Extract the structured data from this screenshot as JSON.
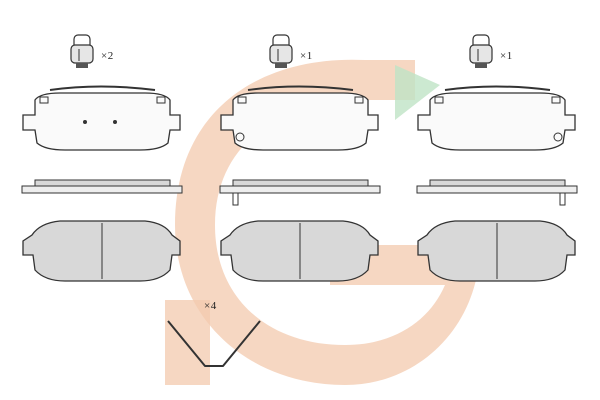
{
  "columns": [
    {
      "name": "left",
      "sensor_count": "×2"
    },
    {
      "name": "center",
      "sensor_count": "×1"
    },
    {
      "name": "right",
      "sensor_count": "×1"
    }
  ],
  "clip": {
    "count": "×4"
  },
  "colors": {
    "watermark_orange": "#f3c9ad",
    "watermark_green": "#bfe3c6",
    "outline": "#333333",
    "pad_fill": "#d8d8d8",
    "backing_fill": "#f2f2f2"
  },
  "icons": {
    "sensor": "wear-sensor-icon",
    "backing_plate": "backing-plate-outline",
    "side_view": "pad-side-profile",
    "friction": "friction-material-view",
    "clip": "spring-clip-icon",
    "watermark": "brand-watermark-logo"
  }
}
